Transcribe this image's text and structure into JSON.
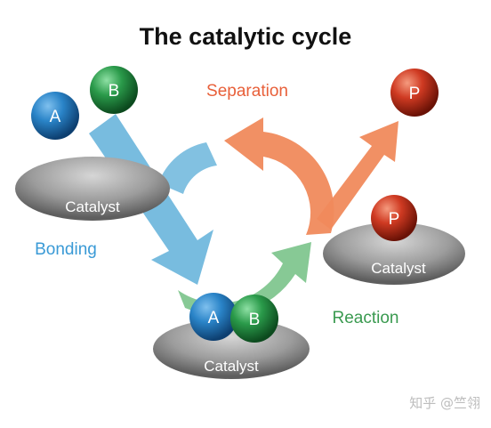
{
  "title": "The catalytic cycle",
  "steps": {
    "bonding": "Bonding",
    "reaction": "Reaction",
    "separation": "Separation"
  },
  "catalyst_label": "Catalyst",
  "molecules": {
    "a": "A",
    "b": "B",
    "p": "P"
  },
  "watermark": "知乎 @竺翎",
  "colors": {
    "bonding": "#6cb6dc",
    "reaction": "#7dc48c",
    "separation": "#f08a5c",
    "separation_text": "#e8603a",
    "reaction_text": "#3a9a50",
    "bonding_text": "#3a9ad6",
    "catalyst": "#9a9a9a",
    "molecule_a": "#1f6fb0",
    "molecule_b": "#1f8a3a",
    "molecule_p": "#c0301c"
  }
}
